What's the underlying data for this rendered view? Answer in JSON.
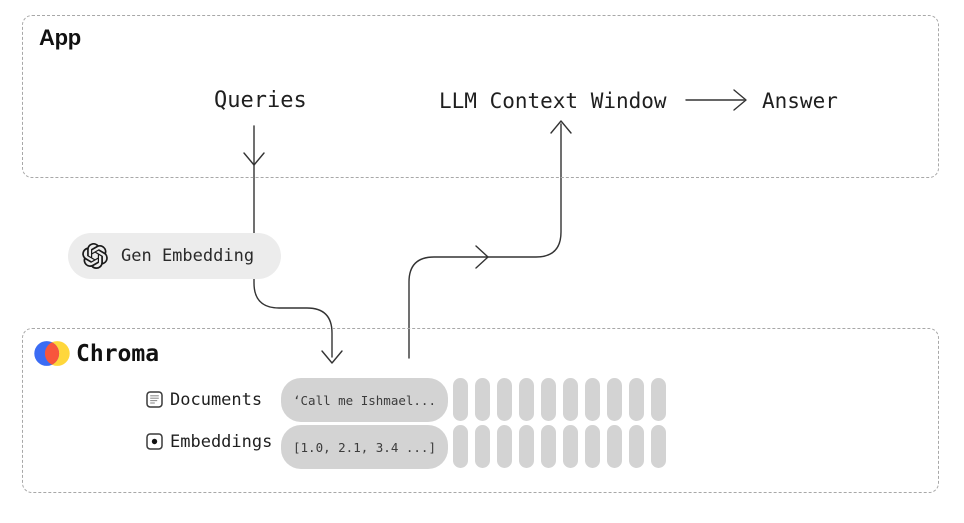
{
  "app_box": {
    "label": "App",
    "nodes": {
      "queries": "Queries",
      "llm_context_window": "LLM Context Window",
      "answer": "Answer"
    }
  },
  "gen_embedding": {
    "label": "Gen Embedding",
    "icon": "openai-logo-icon"
  },
  "chroma_box": {
    "label": "Chroma",
    "logo_icon": "chroma-logo-icon",
    "rows": [
      {
        "icon": "document-icon",
        "label": "Documents",
        "value": "‘Call me Ishmael..."
      },
      {
        "icon": "embedding-dot-icon",
        "label": "Embeddings",
        "value": "[1.0, 2.1, 3.4 ...]"
      }
    ],
    "vector_columns": 10
  },
  "arrows": [
    "queries-to-chroma",
    "chroma-to-llm-context-window",
    "llm-context-window-to-answer"
  ],
  "colors": {
    "arrow": "#333333",
    "border": "#a8a8a8",
    "pill_light": "#ececec",
    "pill_gray": "#d3d3d3",
    "text": "#1c1c1c",
    "chroma_blue": "#3b6cf4",
    "chroma_red": "#f8553c",
    "chroma_yellow": "#ffd73b"
  }
}
